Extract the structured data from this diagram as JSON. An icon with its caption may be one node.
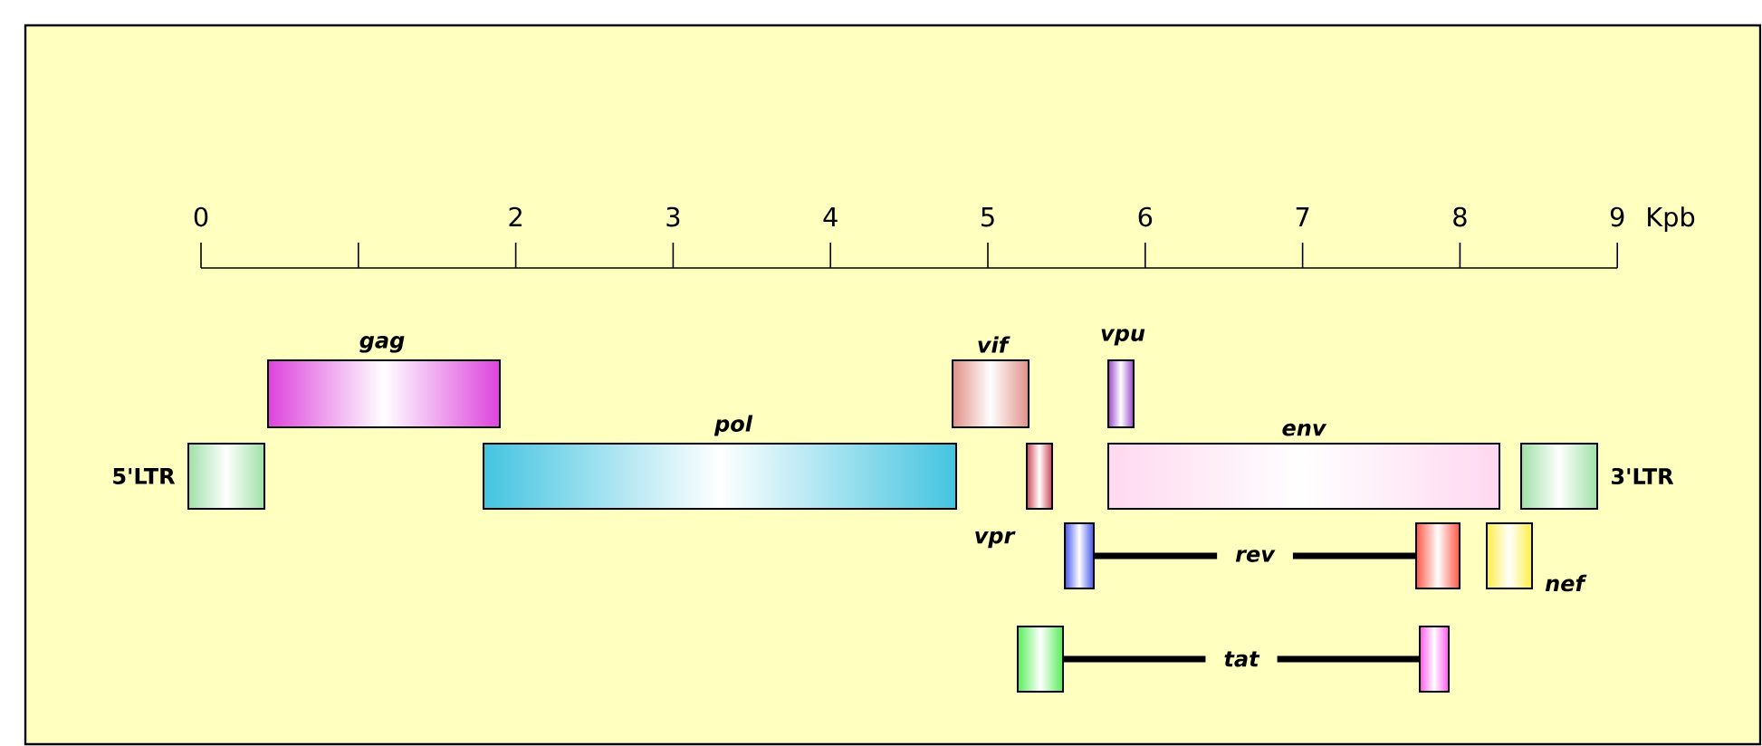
{
  "diagram": {
    "nodes": [
      {
        "text": [
          "5'LTR"
        ]
      },
      {
        "text": [
          "gag"
        ]
      },
      {
        "text": [
          "pol"
        ]
      },
      {
        "text": [
          "vif"
        ]
      },
      {
        "text": [
          "vpu"
        ]
      },
      {
        "text": [
          "vpr"
        ]
      },
      {
        "text": [
          "env"
        ]
      },
      {
        "text": [
          "3'LTR"
        ]
      },
      {
        "text": [],
        "shape": "box"
      },
      {
        "text": [],
        "shape": "box"
      },
      {
        "text": [
          "nef"
        ]
      },
      {
        "text": [],
        "shape": "box"
      },
      {
        "text": [],
        "shape": "box"
      }
    ],
    "edges": [
      {
        "from": 8,
        "to": 9,
        "arrow": "none",
        "label": "rev"
      },
      {
        "from": 11,
        "to": 12,
        "arrow": "none",
        "label": "tat"
      }
    ],
    "labels": [
      "0",
      "2",
      "3",
      "4",
      "5",
      "6",
      "7",
      "8",
      "9",
      "Kpb"
    ]
  }
}
